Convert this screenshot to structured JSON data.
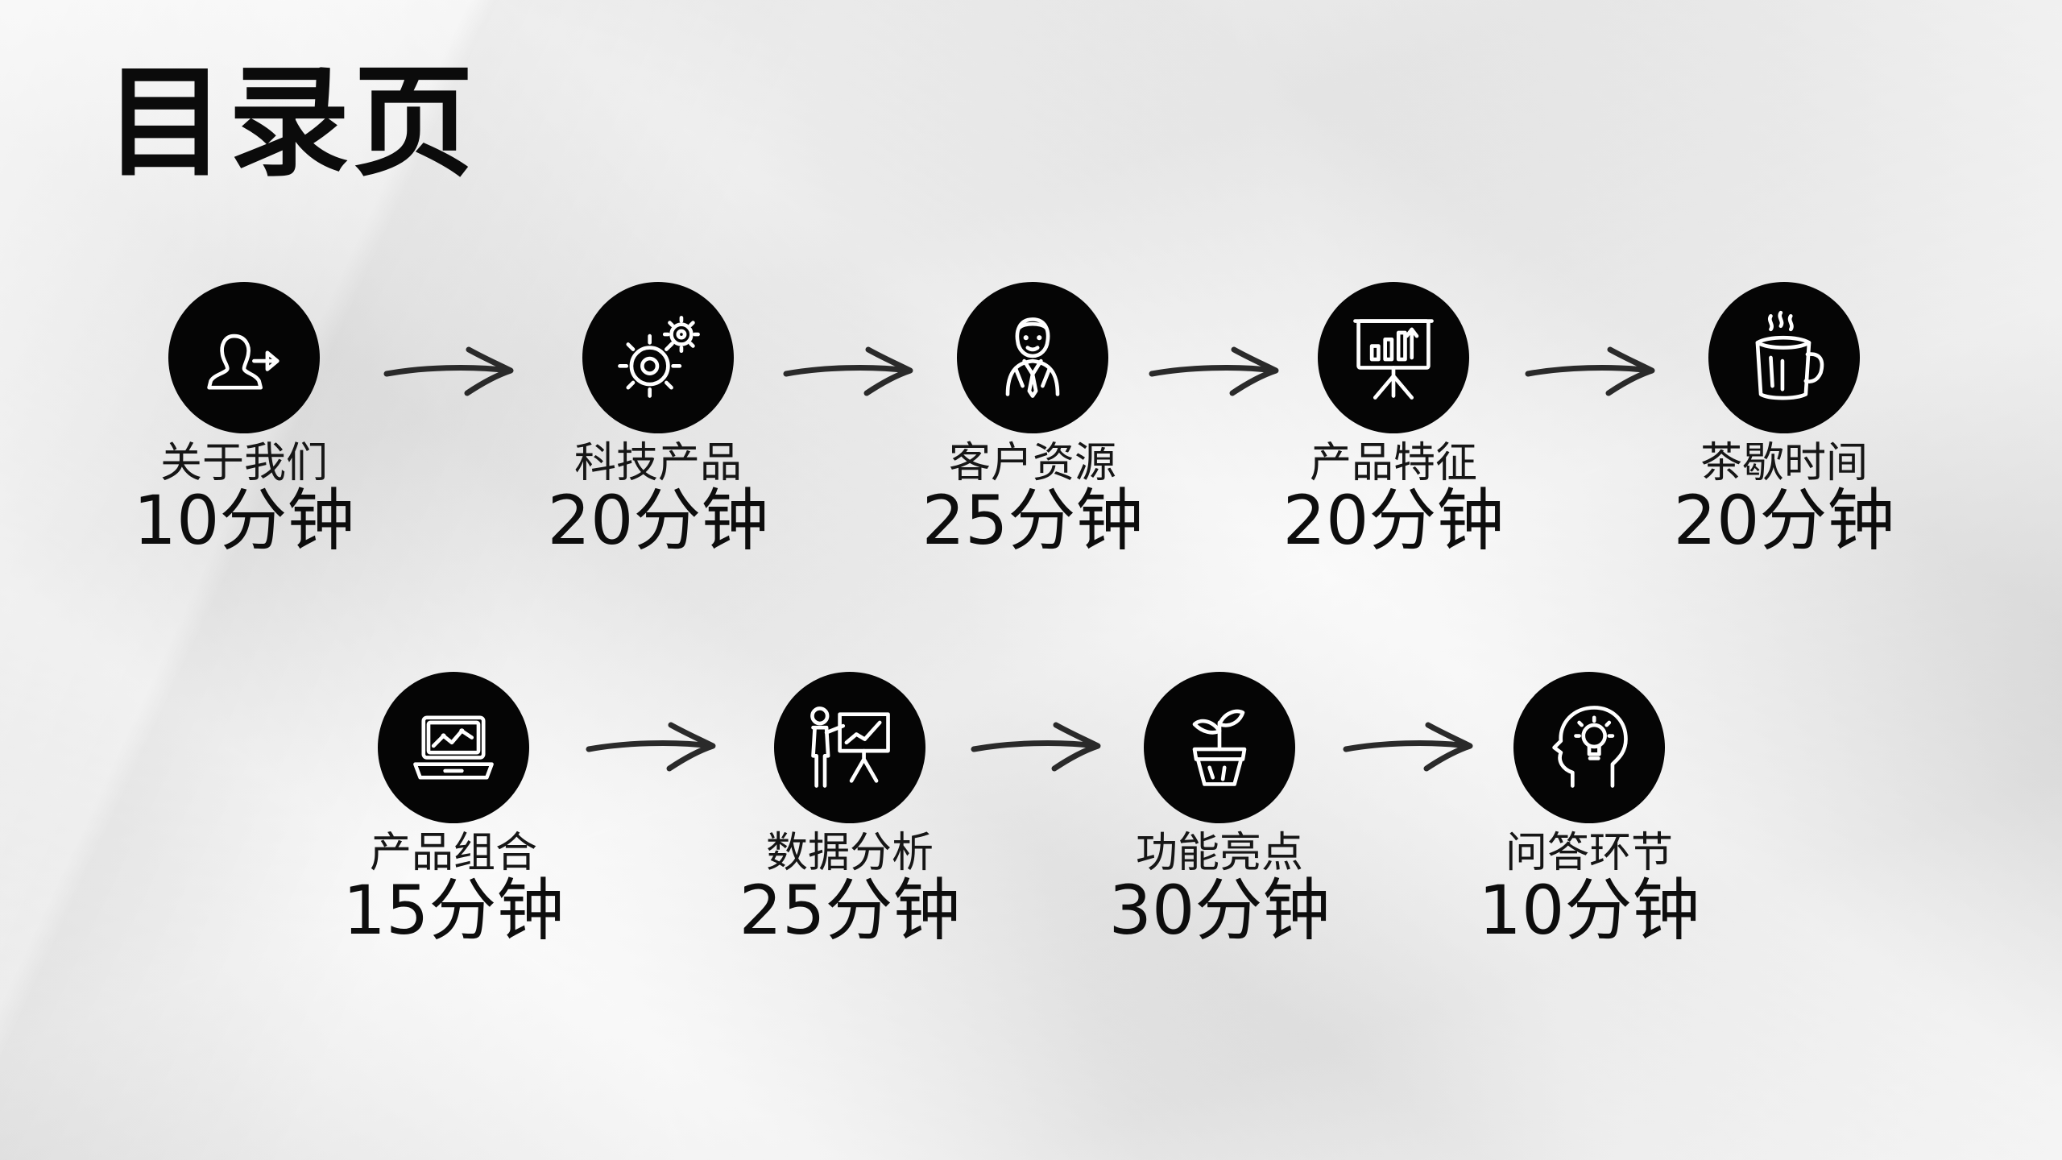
{
  "page": {
    "title": "目录页",
    "background": "#ececec",
    "circle_color": "#050505"
  },
  "agenda": [
    {
      "label": "关于我们",
      "duration": "10分钟",
      "icon": "user-exit-icon"
    },
    {
      "label": "科技产品",
      "duration": "20分钟",
      "icon": "gears-icon"
    },
    {
      "label": "客户资源",
      "duration": "25分钟",
      "icon": "businessman-icon"
    },
    {
      "label": "产品特征",
      "duration": "20分钟",
      "icon": "presentation-board-icon"
    },
    {
      "label": "茶歇时间",
      "duration": "20分钟",
      "icon": "coffee-mug-icon"
    },
    {
      "label": "产品组合",
      "duration": "15分钟",
      "icon": "laptop-chart-icon"
    },
    {
      "label": "数据分析",
      "duration": "25分钟",
      "icon": "presenter-icon"
    },
    {
      "label": "功能亮点",
      "duration": "30分钟",
      "icon": "plant-pot-icon"
    },
    {
      "label": "问答环节",
      "duration": "10分钟",
      "icon": "idea-head-icon"
    }
  ]
}
